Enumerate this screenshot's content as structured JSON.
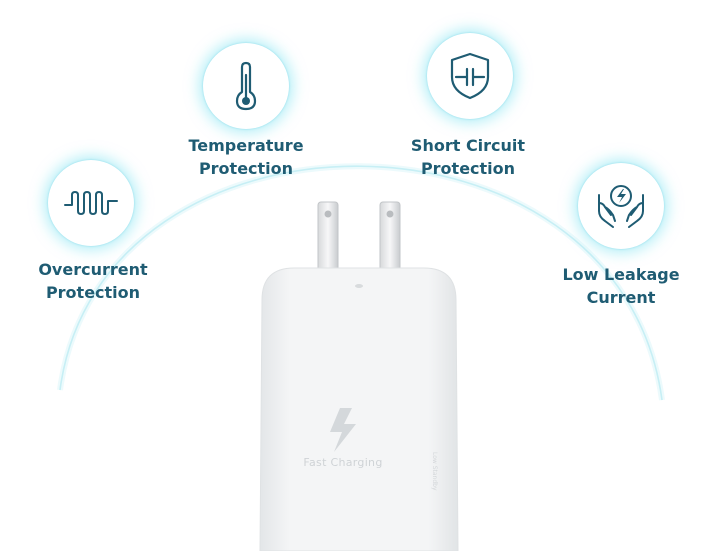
{
  "features": [
    {
      "icon": "wave-icon",
      "line1": "Overcurrent",
      "line2": "Protection"
    },
    {
      "icon": "thermometer-icon",
      "line1": "Temperature",
      "line2": "Protection"
    },
    {
      "icon": "shield-icon",
      "line1": "Short Circuit",
      "line2": "Protection"
    },
    {
      "icon": "hands-bolt-icon",
      "line1": "Low Leakage",
      "line2": "Current"
    }
  ],
  "charger": {
    "label": "Fast Charging",
    "side_label": "Low Standby"
  },
  "colors": {
    "text": "#1f5c73",
    "icon": "#1f5c73",
    "arc": "#8fdde8",
    "glow": "#78e1f0",
    "charger_body": "#eef0f1",
    "charger_mark": "#d4d8db"
  }
}
